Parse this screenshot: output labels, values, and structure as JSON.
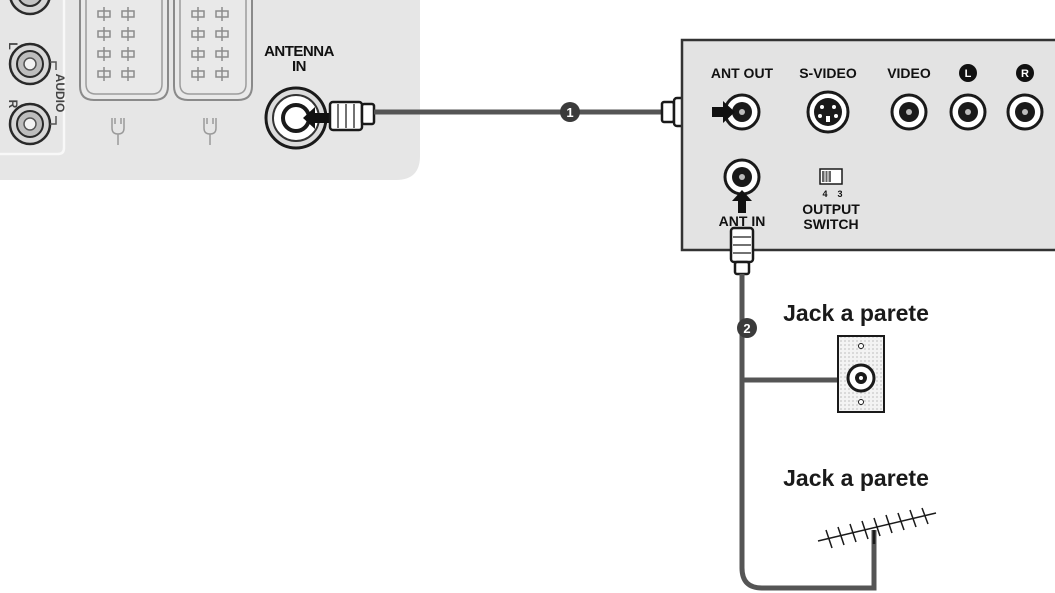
{
  "tv_panel": {
    "audio_label": "AUDIO",
    "audio_left_label": "L",
    "audio_right_label": "R",
    "antenna_in_line1": "ANTENNA",
    "antenna_in_line2": "IN"
  },
  "vcr_panel": {
    "ant_out_label": "ANT OUT",
    "s_video_label": "S-VIDEO",
    "video_label": "VIDEO",
    "audio_left_badge": "L",
    "audio_right_badge": "R",
    "ant_in_label": "ANT IN",
    "switch_position_left": "4",
    "switch_position_right": "3",
    "output_switch_line1": "OUTPUT",
    "output_switch_line2": "SWITCH"
  },
  "steps": [
    "1",
    "2"
  ],
  "labels": {
    "wall_jack": "Jack a parete",
    "antenna": "Jack a parete"
  },
  "colors": {
    "tv_panel": "#e6e6e6",
    "vcr_panel": "#e3e3e3",
    "cable": "#555555",
    "marker": "#3b3b3b",
    "outline": "#1a1a1a"
  }
}
